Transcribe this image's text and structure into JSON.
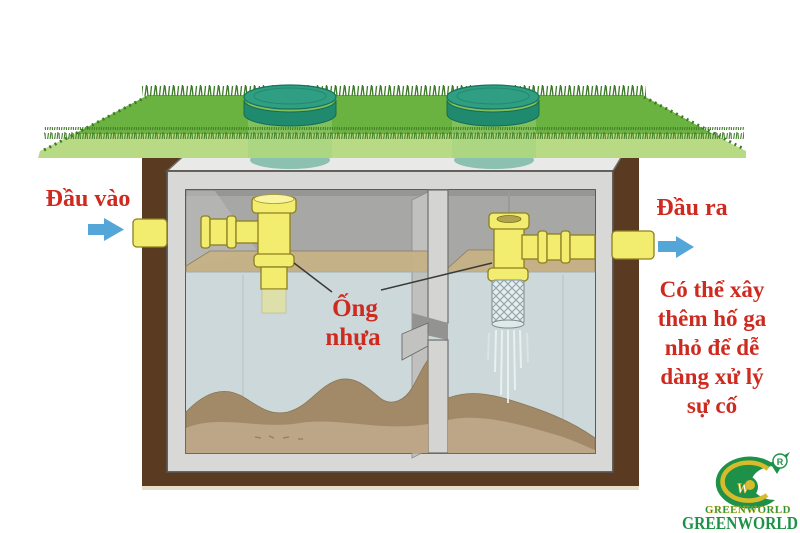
{
  "image_type": "septic-tank-cross-section-diagram",
  "labels": {
    "inlet": "Đầu vào",
    "outlet": "Đầu ra",
    "pipe_line1": "Ống",
    "pipe_line2": "nhựa",
    "note_lines": [
      "Có thể xây",
      "thêm hố ga",
      "nhỏ để dễ",
      "dàng xử lý",
      "sự cố"
    ]
  },
  "logo": {
    "registered": "®",
    "monogram": "W",
    "name_small": "GREENWORLD",
    "name_large": "GREENWORLD"
  },
  "colors": {
    "red_label": "#cf2a1f",
    "arrow_blue": "#55a6d8",
    "pipe_yellow": "#f2ec6f",
    "pipe_outline": "#8c7f21",
    "lid_teal": "#2f9e82",
    "lid_teal_dark": "#1f8a6d",
    "grass_top": "#6ab340",
    "grass_front": "#b8da85",
    "grass_tuft": "#3c7a28",
    "earth_brown": "#5b3a22",
    "concrete_front": "#d8d8d6",
    "concrete_top": "#e9e9e7",
    "air_space_gray": "#a7a7a5",
    "water": "#ccd8da",
    "scum_tan": "#c7b287",
    "sludge_dark": "#a28a69",
    "sludge_light": "#bca687",
    "logo_green": "#1e9148",
    "logo_yellow": "#d8bb2b"
  }
}
